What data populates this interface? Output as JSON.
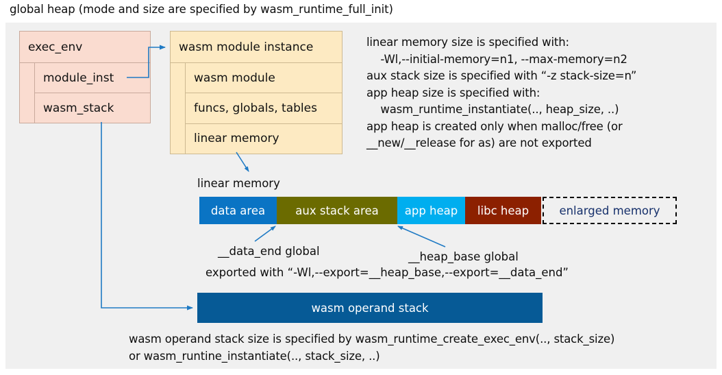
{
  "title": "global heap (mode and size are specified by wasm_runtime_full_init)",
  "exec_env": {
    "header": "exec_env",
    "rows": [
      "module_inst",
      "wasm_stack"
    ]
  },
  "module_instance": {
    "header": "wasm module instance",
    "rows": [
      "wasm module",
      "funcs, globals, tables",
      "linear memory"
    ]
  },
  "notes": {
    "linear_memory_note": "linear memory size is specified with:\n    -Wl,--initial-memory=n1, --max-memory=n2\naux stack size is specified with “-z stack-size=n”\napp heap size is specified with:\n    wasm_runtime_instantiate(.., heap_size, ..)\napp heap is created only when malloc/free (or\n__new/__release for as) are not exported",
    "operand_stack_note": "wasm operand stack size is specified by wasm_runtime_create_exec_env(.., stack_size)\nor wasm_runtine_instantiate(.., stack_size, ..)"
  },
  "linear_memory": {
    "caption": "linear memory",
    "segments": [
      {
        "label": "data area",
        "color": "#0a74c4",
        "width": 113
      },
      {
        "label": "aux stack area",
        "color": "#6b6b00",
        "width": 176
      },
      {
        "label": "app heap",
        "color": "#00aeef",
        "width": 99
      },
      {
        "label": "libc heap",
        "color": "#8c2000",
        "width": 111
      },
      {
        "label": "enlarged memory",
        "color": "#f0f0f0",
        "width": 196
      }
    ]
  },
  "annotations": {
    "data_end": "__data_end global",
    "heap_base": "__heap_base global",
    "exported_with": "exported with “-Wl,--export=__heap_base,--export=__data_end”"
  },
  "operand_stack": {
    "label": "wasm operand stack"
  },
  "colors": {
    "panel_background": "#f0f0f0",
    "exec_env_fill": "#fadcd0",
    "module_instance_fill": "#fdeac2",
    "connector": "#1f7ac4",
    "operand_stack_fill": "#065a96",
    "enlarged_text": "#16306b"
  }
}
